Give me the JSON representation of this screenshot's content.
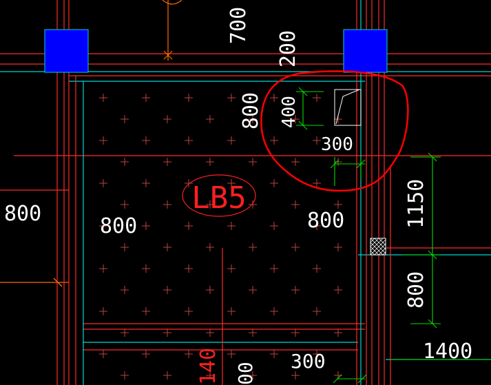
{
  "colors": {
    "background": "#000000",
    "wall": "#ff2020",
    "axis": "#ff3030",
    "cyan": "#00e0e0",
    "dim": "#00dd00",
    "text": "#ffffff",
    "column": "#0000ff",
    "markup": "#ff0000",
    "orange": "#ff6a00",
    "grid_plus": "#c04040"
  },
  "slab": {
    "label": "LB5"
  },
  "dims": {
    "d700_top": "700",
    "d200_top": "200",
    "d800_left_vertical": "800",
    "d400_hole": "400",
    "d300_hole": "300",
    "d800_far_left": "800",
    "d800_mid_left": "800",
    "d800_mid_right": "800",
    "d1150_right": "1150",
    "d800_right_vertical": "800",
    "d1400_bottom_right": "1400",
    "d300_bottom": "300",
    "d140_bottom": "140",
    "d00_bottom": "00"
  },
  "icons": {
    "column": "column-square",
    "hatched_box": "hatched-box-icon",
    "opening": "opening-symbol-icon"
  }
}
